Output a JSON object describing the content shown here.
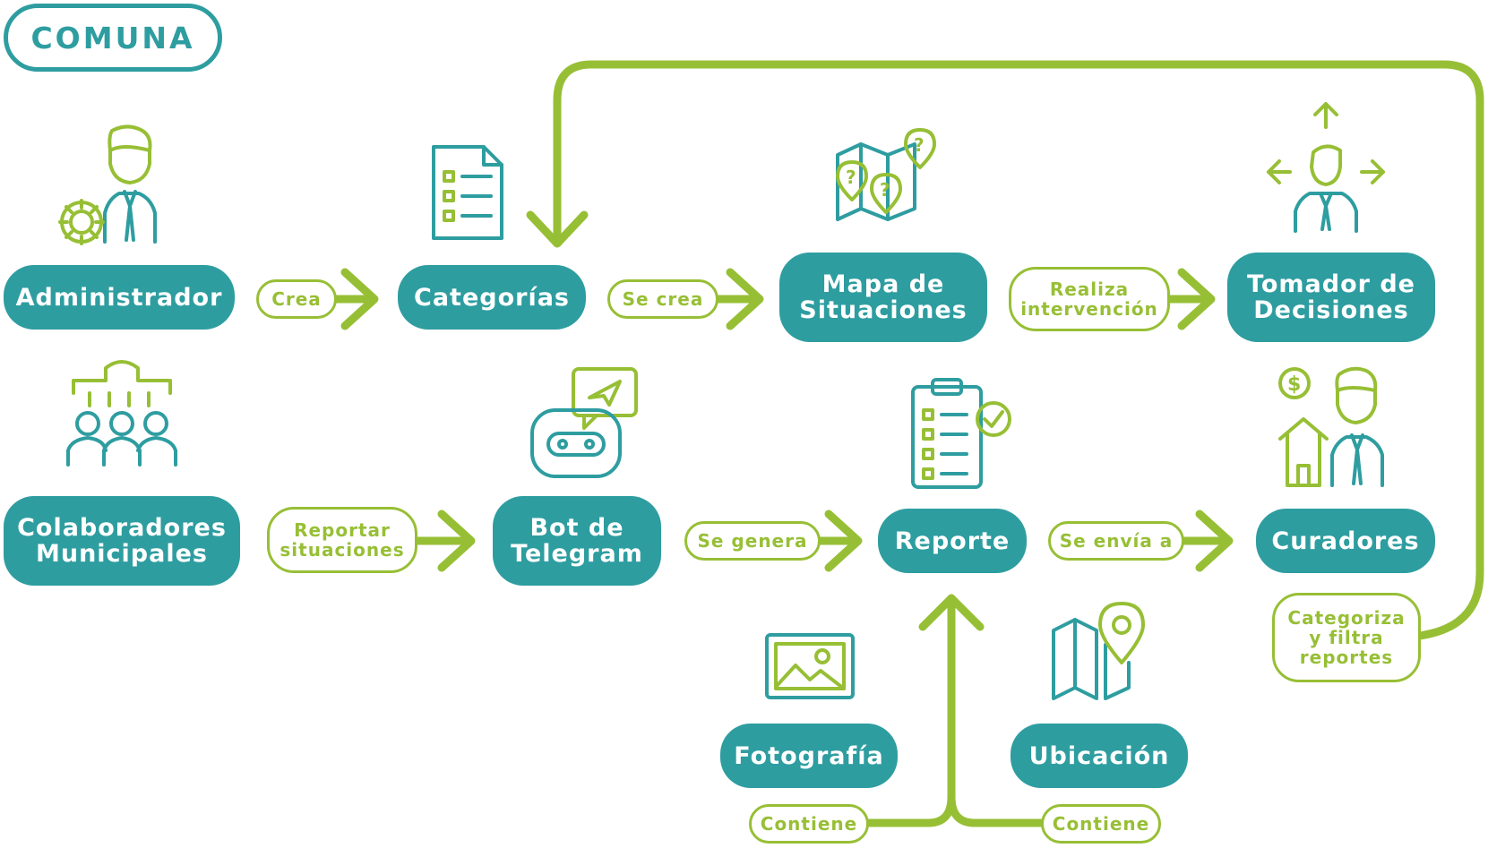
{
  "brand": {
    "label": "COMUNA"
  },
  "nodes": {
    "administrador": "Administrador",
    "categorias": "Categorías",
    "mapa": "Mapa de\nSituaciones",
    "tomador": "Tomador de\nDecisiones",
    "colaboradores": "Colaboradores\nMunicipales",
    "bot": "Bot de\nTelegram",
    "reporte": "Reporte",
    "curadores": "Curadores",
    "fotografia": "Fotografía",
    "ubicacion": "Ubicación"
  },
  "edges": {
    "crea": "Crea",
    "se_crea": "Se crea",
    "realiza": "Realiza\nintervención",
    "reportar": "Reportar\nsituaciones",
    "se_genera": "Se genera",
    "se_envia": "Se envía a",
    "categoriza": "Categoriza\ny filtra\nreportes",
    "contiene_foto": "Contiene",
    "contiene_ubic": "Contiene"
  },
  "icons": {
    "admin": "admin-gear-person-icon",
    "categorias": "checklist-document-icon",
    "mapa": "map-question-pins-icon",
    "tomador": "person-arrows-icon",
    "colaboradores": "municipal-group-icon",
    "bot": "telegram-bot-icon",
    "reporte": "clipboard-check-icon",
    "curadores": "person-money-house-icon",
    "fotografia": "picture-frame-icon",
    "ubicacion": "map-pin-icon",
    "dollar_sign": "$",
    "question_mark": "?"
  },
  "colors": {
    "teal": "#2e9da0",
    "green": "#97bf35",
    "background": "#ffffff"
  }
}
